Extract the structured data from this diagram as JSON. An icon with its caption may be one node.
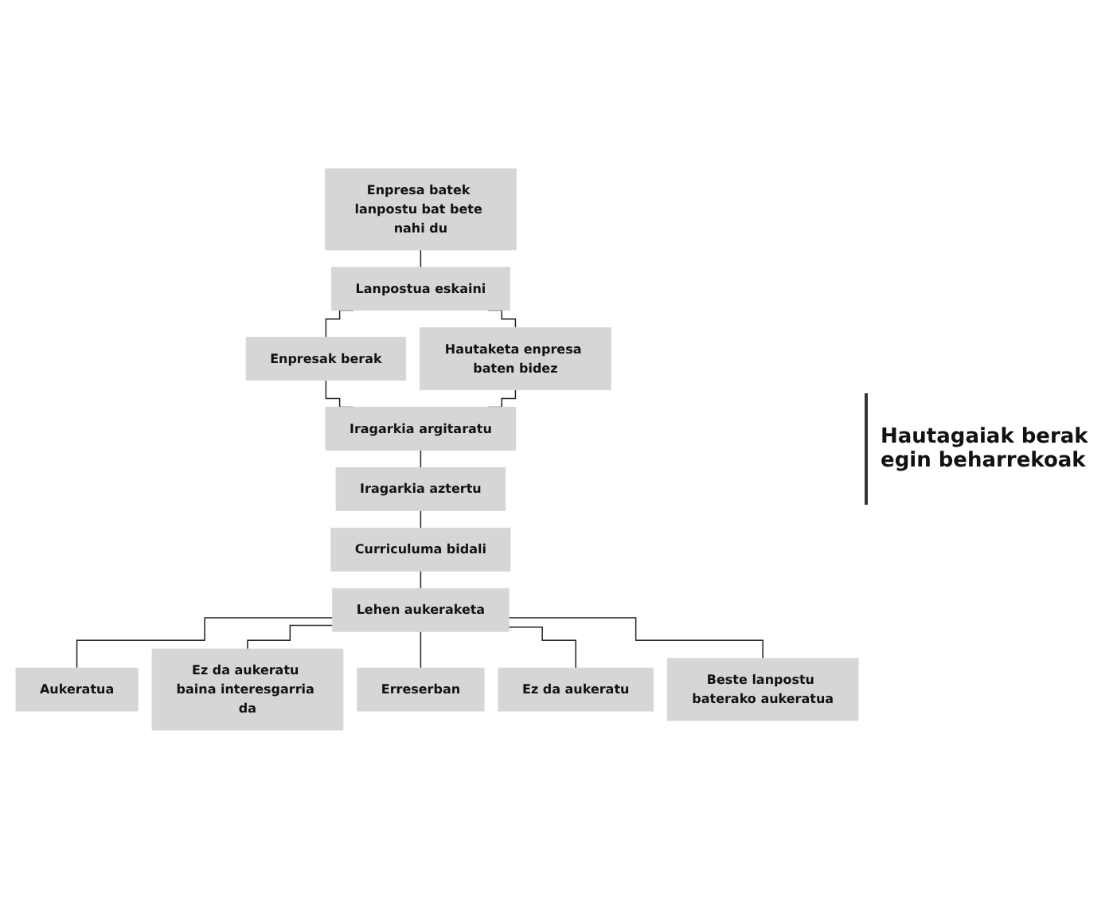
{
  "diagram": {
    "nodes": [
      {
        "text": [
          "Enpresa batek lanpostu bat bete nahi du"
        ]
      },
      {
        "text": [
          "Lanpostua eskaini"
        ]
      },
      {
        "text": [
          "Enpresak berak"
        ]
      },
      {
        "text": [
          "Hautaketa enpresa baten bidez"
        ]
      },
      {
        "text": [
          "Iragarkia argitaratu"
        ]
      },
      {
        "text": [
          "Iragarkia aztertu"
        ]
      },
      {
        "text": [
          "Curriculuma bidali"
        ]
      },
      {
        "text": [
          "Lehen aukeraketa"
        ]
      },
      {
        "text": [
          "Aukeratua"
        ]
      },
      {
        "text": [
          "Ez da aukeratu baina interesgarria da"
        ]
      },
      {
        "text": [
          "Erreserban"
        ]
      },
      {
        "text": [
          "Ez da aukeratu"
        ]
      },
      {
        "text": [
          "Beste lanpostu baterako aukeratua"
        ]
      }
    ],
    "edges": [
      {
        "from": 0,
        "to": 1,
        "arrow": "none"
      },
      {
        "from": 1,
        "to": 2,
        "arrow": "none"
      },
      {
        "from": 1,
        "to": 3,
        "arrow": "none"
      },
      {
        "from": 2,
        "to": 4,
        "arrow": "none"
      },
      {
        "from": 3,
        "to": 4,
        "arrow": "none"
      },
      {
        "from": 4,
        "to": 5,
        "arrow": "none"
      },
      {
        "from": 5,
        "to": 6,
        "arrow": "none"
      },
      {
        "from": 6,
        "to": 7,
        "arrow": "none"
      },
      {
        "from": 7,
        "to": 8,
        "arrow": "none"
      },
      {
        "from": 7,
        "to": 9,
        "arrow": "none"
      },
      {
        "from": 7,
        "to": 10,
        "arrow": "none"
      },
      {
        "from": 7,
        "to": 11,
        "arrow": "none"
      },
      {
        "from": 7,
        "to": 12,
        "arrow": "none"
      }
    ],
    "labels": [
      "Hautagaiak berak egin beharrekoak"
    ]
  }
}
